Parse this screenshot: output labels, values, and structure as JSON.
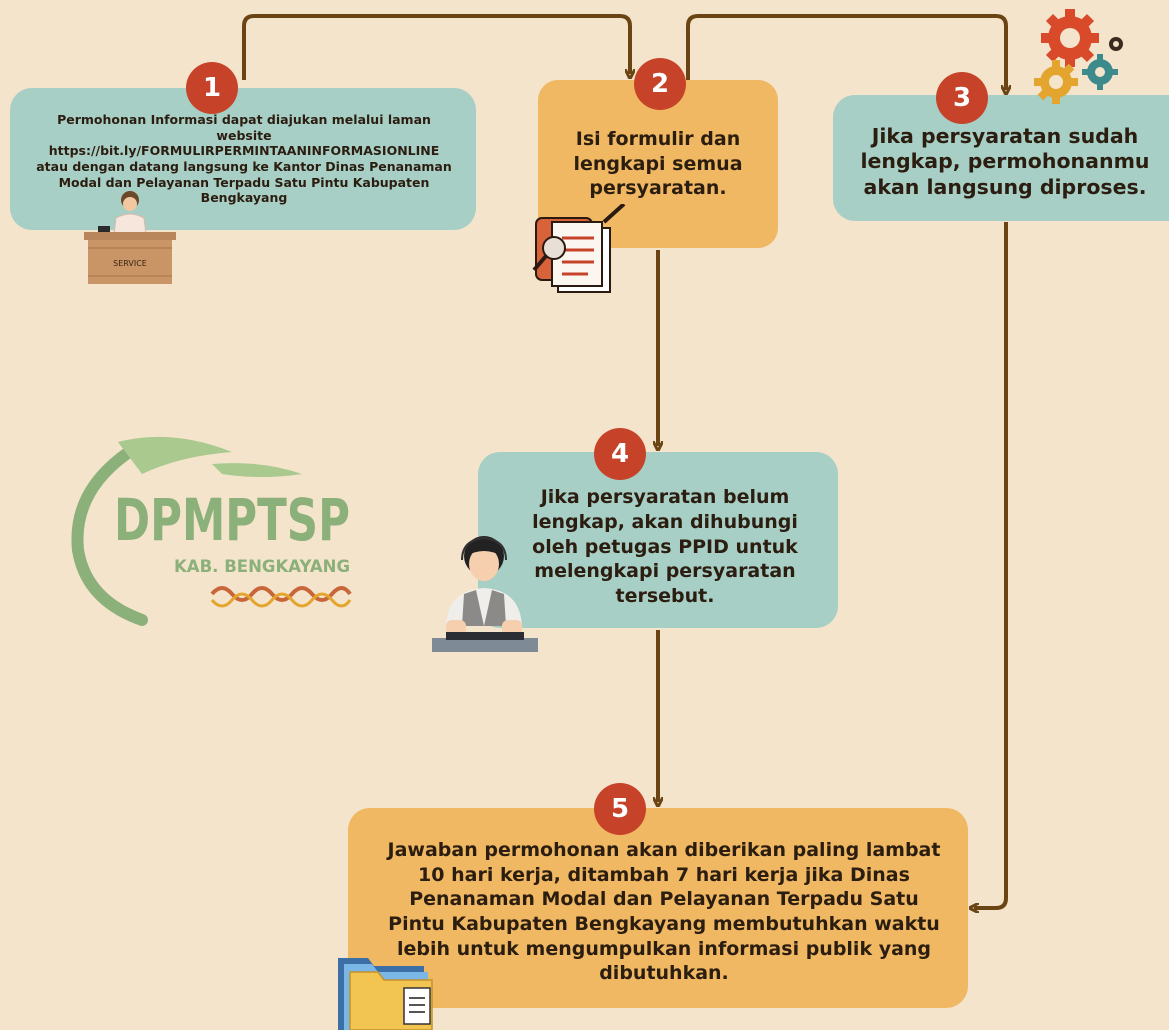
{
  "steps": [
    {
      "number": "1",
      "text": "Permohonan Informasi dapat diajukan melalui laman website https://bit.ly/FORMULIRPERMINTAANINFORMASIONLINE atau dengan datang langsung ke Kantor Dinas Penanaman Modal dan Pelayanan Terpadu Satu Pintu Kabupaten Bengkayang"
    },
    {
      "number": "2",
      "text": "Isi formulir dan lengkapi semua persyaratan."
    },
    {
      "number": "3",
      "text": "Jika persyaratan sudah lengkap, permohonanmu akan langsung diproses."
    },
    {
      "number": "4",
      "text": "Jika persyaratan belum lengkap, akan dihubungi oleh petugas PPID untuk melengkapi persyaratan tersebut."
    },
    {
      "number": "5",
      "text": "Jawaban permohonan akan diberikan paling lambat 10 hari kerja, ditambah 7 hari kerja jika Dinas Penanaman Modal dan Pelayanan Terpadu Satu Pintu Kabupaten Bengkayang membutuhkan waktu lebih untuk mengumpulkan informasi publik yang dibutuhkan."
    }
  ],
  "logo": {
    "name": "DPMPTSP",
    "subtitle": "KAB. BENGKAYANG"
  },
  "service_desk_label": "SERVICE",
  "colors": {
    "background": "#f4e4cb",
    "teal_box": "#a8cfc6",
    "orange_box": "#f0b862",
    "badge": "#c6432a",
    "arrow": "#6b4414",
    "logo_green": "#8bb07a"
  },
  "icons": [
    "service-desk-icon",
    "document-checklist-icon",
    "gears-icon",
    "customer-service-agent-icon",
    "folder-document-icon"
  ]
}
